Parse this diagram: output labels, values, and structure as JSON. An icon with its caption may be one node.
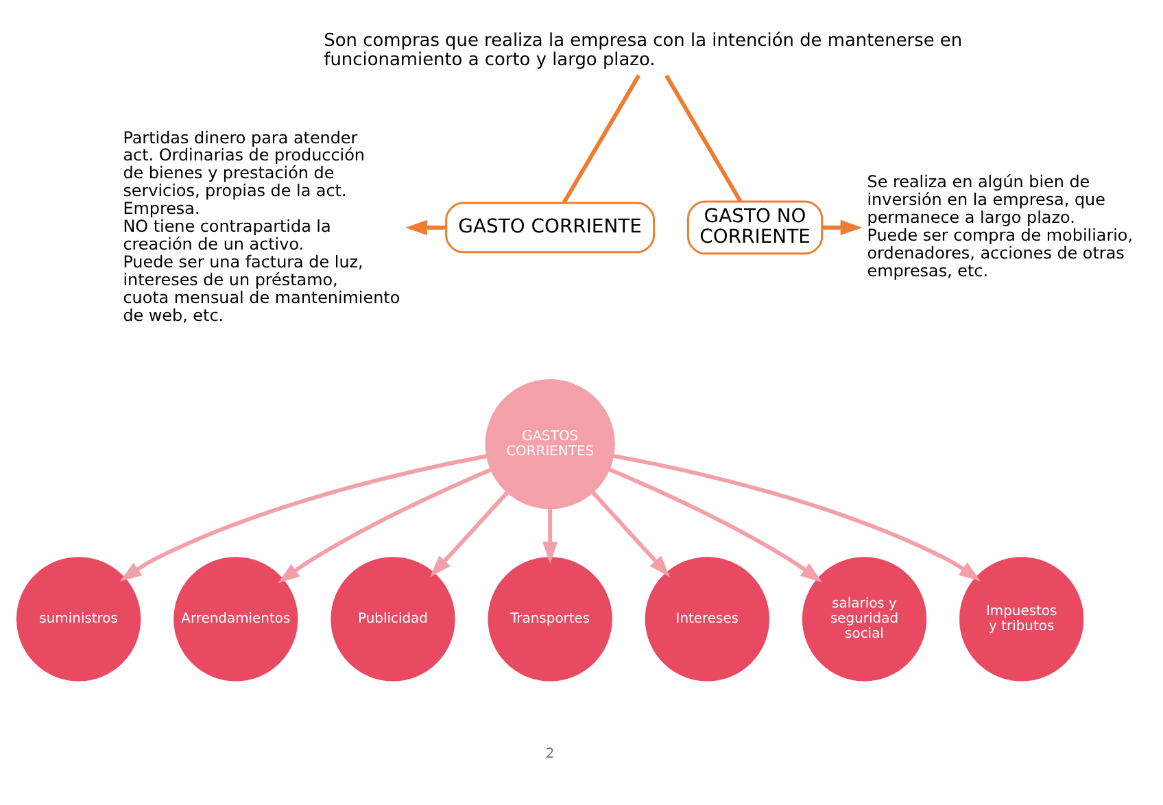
{
  "diagram": {
    "nodes": [
      {
        "text": [
          "Son compras que realiza la empresa con la intención de mantenerse en funcionamiento a corto y largo plazo."
        ]
      },
      {
        "text": [
          "GASTO CORRIENTE"
        ]
      },
      {
        "text": [
          "GASTO NO CORRIENTE"
        ]
      },
      {
        "text": [
          "Partidas dinero para atender act. Ordinarias de producción de bienes y prestación de servicios, propias de la act. Empresa.",
          "NO tiene contrapartida la creación de un activo.",
          "Puede ser una factura de luz, intereses de un préstamo, cuota mensual de mantenimiento de web, etc."
        ]
      },
      {
        "text": [
          "Se realiza en algún bien de inversión en la empresa, que permanece a largo plazo.",
          "Puede ser compra de mobiliario, ordenadores, acciones de otras empresas, etc."
        ]
      },
      {
        "text": [
          "GASTOS CORRIENTES"
        ]
      },
      {
        "text": [
          "suministros"
        ]
      },
      {
        "text": [
          "Arrendamientos"
        ]
      },
      {
        "text": [
          "Publicidad"
        ]
      },
      {
        "text": [
          "Transportes"
        ]
      },
      {
        "text": [
          "Intereses"
        ]
      },
      {
        "text": [
          "salarios y seguridad social"
        ]
      },
      {
        "text": [
          "Impuestos y tributos"
        ]
      }
    ],
    "edges": [
      {
        "from": 0,
        "to": 1,
        "arrow": "none",
        "color": "#ed7d31"
      },
      {
        "from": 0,
        "to": 2,
        "arrow": "none",
        "color": "#ed7d31"
      },
      {
        "from": 1,
        "to": 3,
        "arrow": "to",
        "color": "#ed7d31"
      },
      {
        "from": 2,
        "to": 4,
        "arrow": "to",
        "color": "#ed7d31"
      },
      {
        "from": 5,
        "to": 6,
        "arrow": "to"
      },
      {
        "from": 5,
        "to": 7,
        "arrow": "to"
      },
      {
        "from": 5,
        "to": 8,
        "arrow": "to"
      },
      {
        "from": 5,
        "to": 9,
        "arrow": "to"
      },
      {
        "from": 5,
        "to": 10,
        "arrow": "to"
      },
      {
        "from": 5,
        "to": 11,
        "arrow": "to"
      },
      {
        "from": 5,
        "to": 12,
        "arrow": "to"
      }
    ],
    "labels": [
      "2"
    ]
  }
}
